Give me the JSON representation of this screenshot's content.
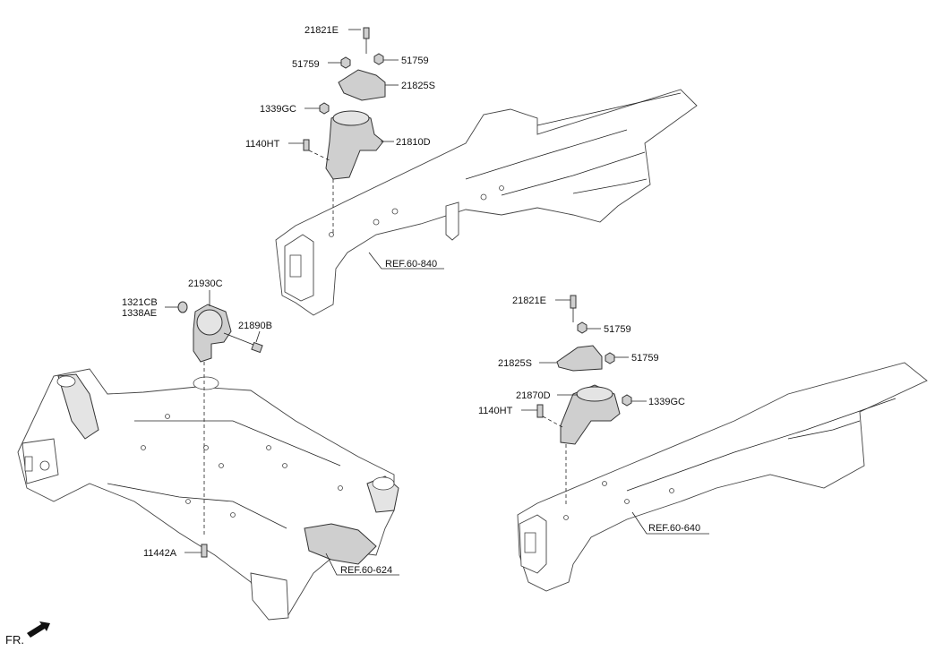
{
  "diagram": {
    "labels": {
      "top_bolt": "21821E",
      "top_nut_left": "51759",
      "top_nut_right": "51759",
      "top_bracket": "21825S",
      "top_nut_mount": "1339GC",
      "top_mount": "21810D",
      "top_mount_bolt": "1140HT",
      "left_mount": "21930C",
      "left_nut_1": "1321CB",
      "left_nut_2": "1338AE",
      "left_bolt": "21890B",
      "subframe_bolt": "11442A",
      "right_bolt": "21821E",
      "right_nut_top": "51759",
      "right_bracket": "21825S",
      "right_nut_side": "51759",
      "right_mount": "21870D",
      "right_nut_mount": "1339GC",
      "right_mount_bolt": "1140HT"
    },
    "refs": {
      "top_frame": "REF.60-840",
      "subframe": "REF.60-624",
      "right_frame": "REF.60-640"
    },
    "direction": "FR."
  }
}
